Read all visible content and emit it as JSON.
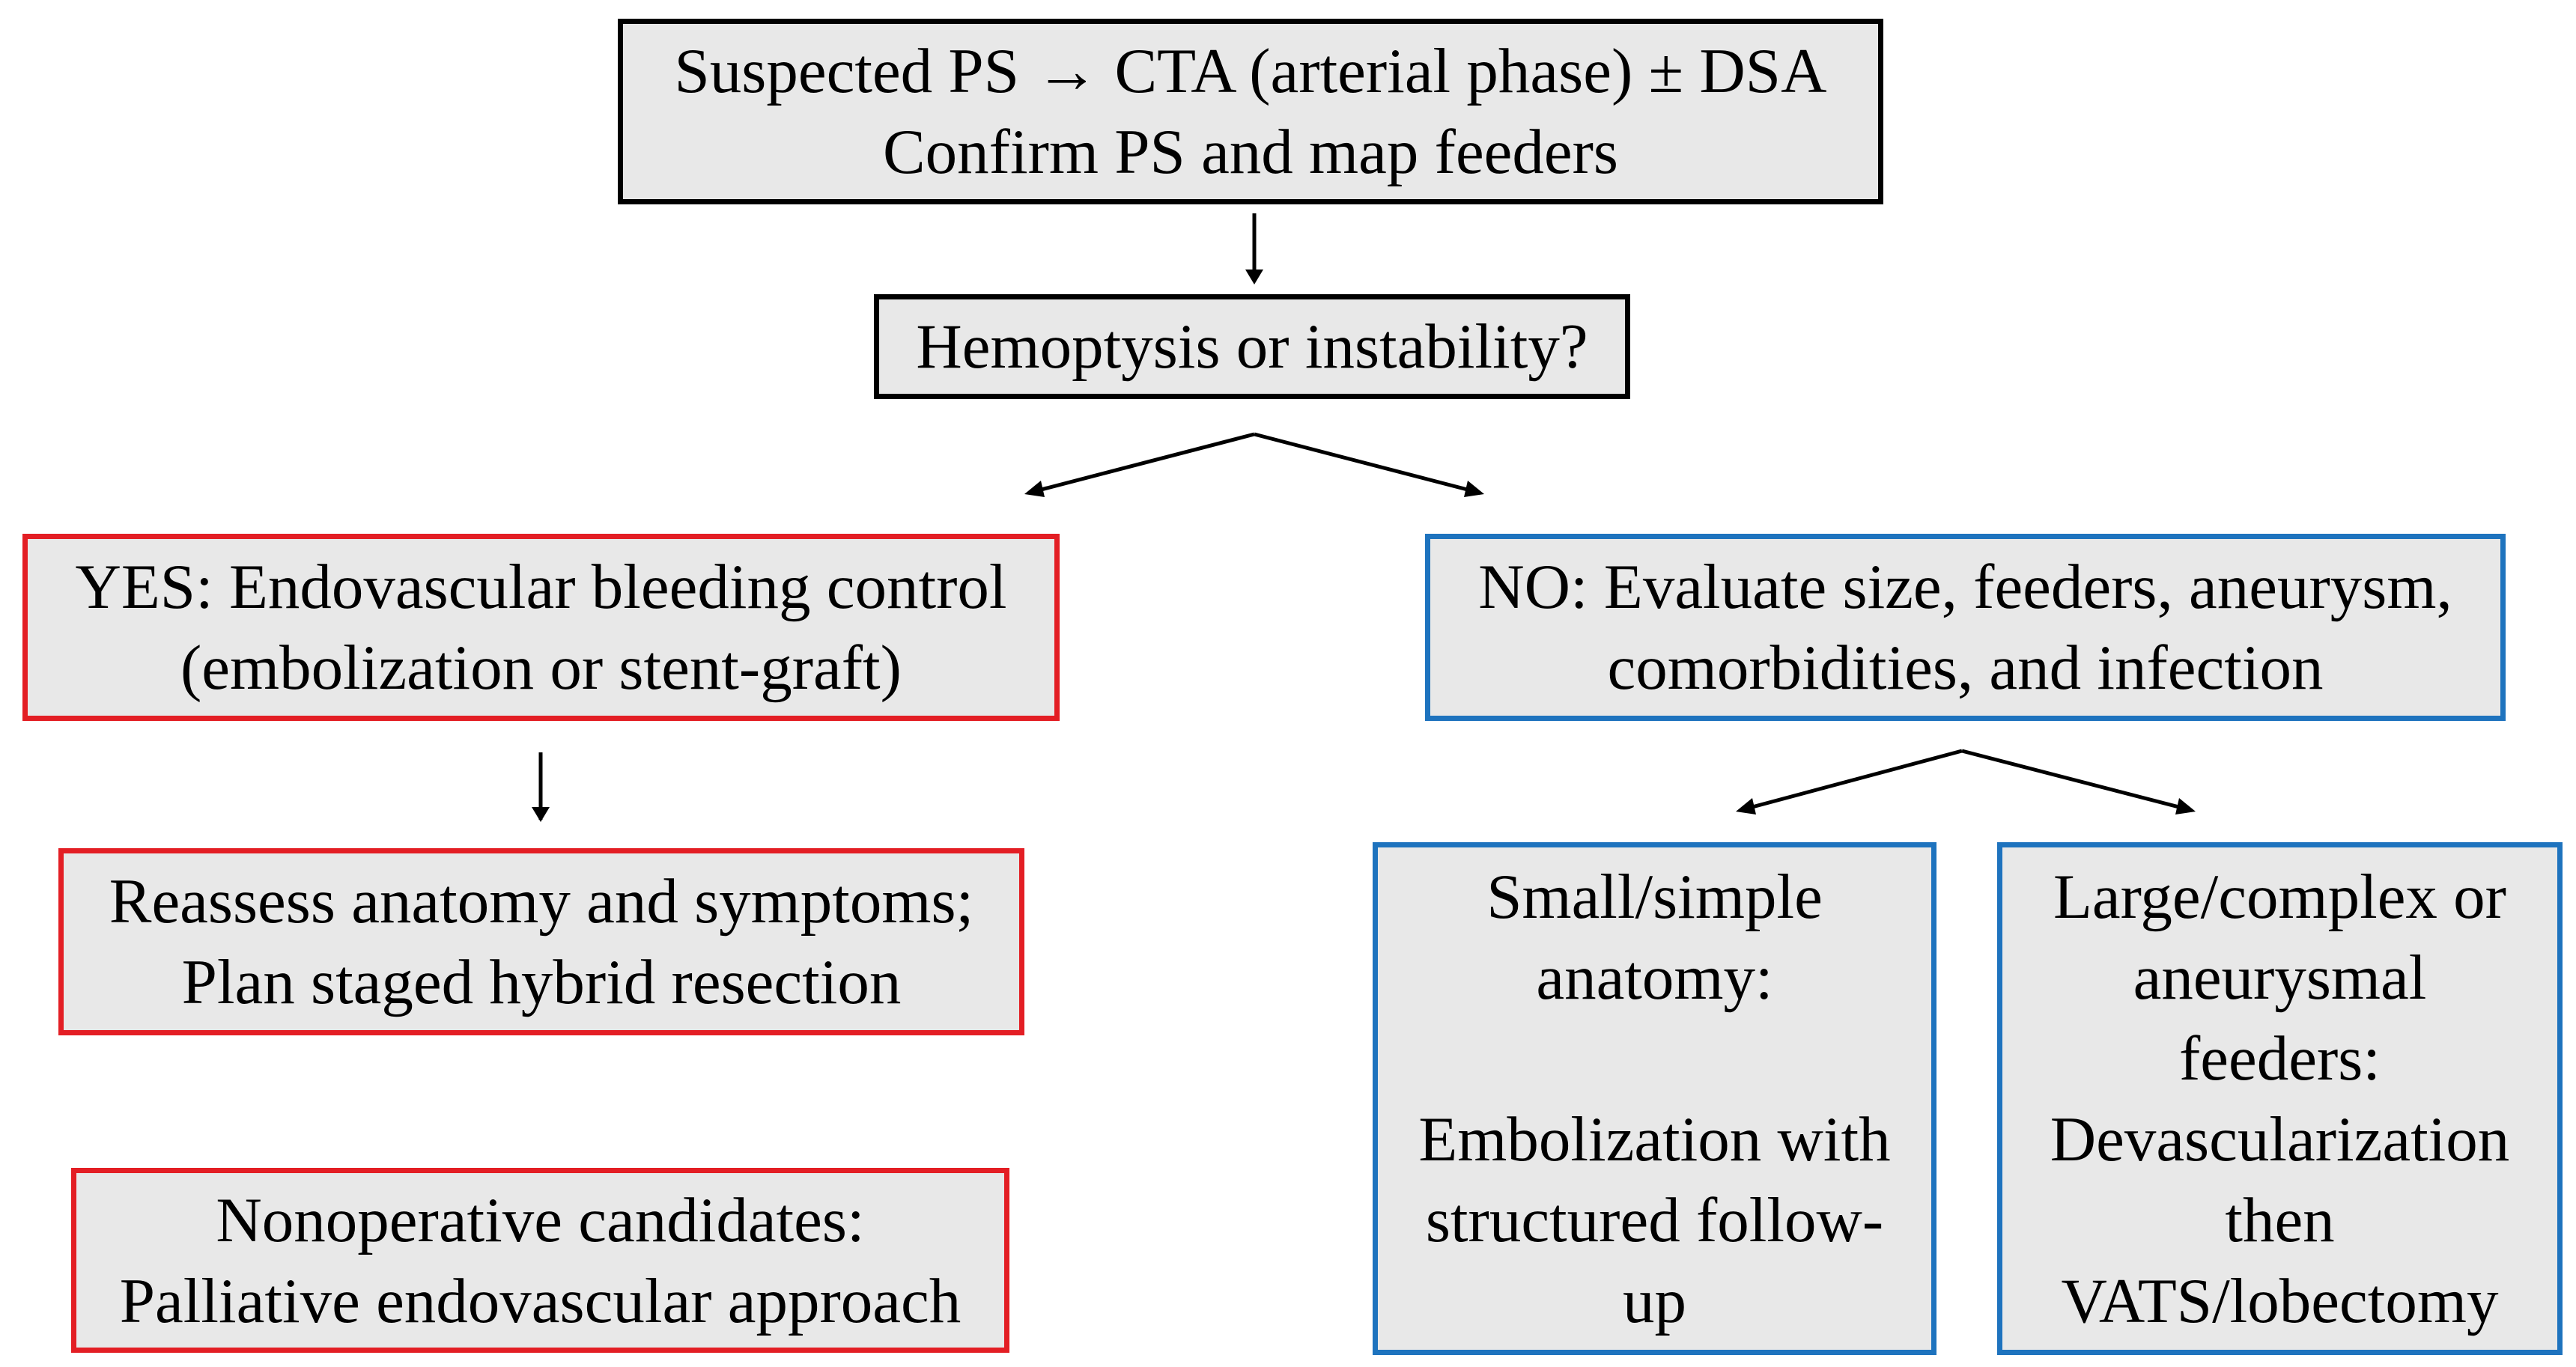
{
  "colors": {
    "box_fill": "#e8e8e8",
    "neutral_border": "#000000",
    "yes_branch_border": "#e31e24",
    "no_branch_border": "#1e73be",
    "arrow": "#000000"
  },
  "nodes": {
    "start": {
      "line1": "Suspected PS → CTA (arterial phase) ± DSA",
      "line2": "Confirm PS and map feeders"
    },
    "decision": {
      "line1": "Hemoptysis or instability?"
    },
    "yes": {
      "line1": "YES: Endovascular bleeding control",
      "line2": "(embolization or stent-graft)"
    },
    "reassess": {
      "line1": "Reassess anatomy and symptoms;",
      "line2": "Plan staged hybrid resection"
    },
    "nonoperative": {
      "line1": "Nonoperative candidates:",
      "line2": "Palliative endovascular approach"
    },
    "no": {
      "line1": "NO: Evaluate size, feeders, aneurysm,",
      "line2": "comorbidities, and infection"
    },
    "small": {
      "line1": "Small/simple",
      "line2": "anatomy:",
      "line3": "Embolization with",
      "line4": "structured follow-",
      "line5": "up"
    },
    "large": {
      "line1": "Large/complex or",
      "line2": "aneurysmal",
      "line3": "feeders:",
      "line4": "Devascularization",
      "line5": "then",
      "line6": "VATS/lobectomy"
    }
  }
}
